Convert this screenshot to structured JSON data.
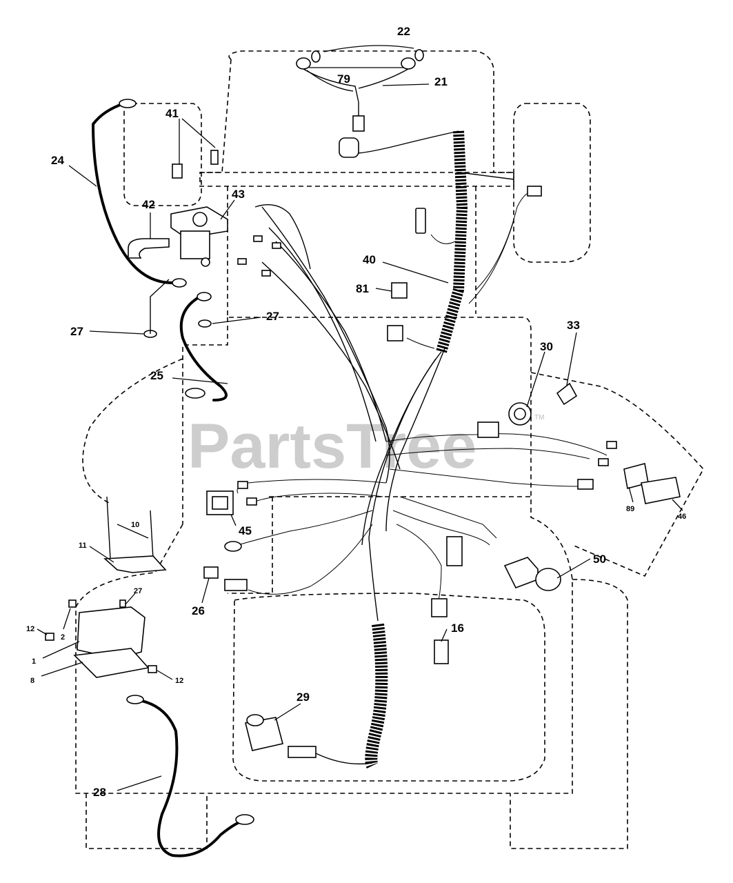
{
  "watermark": {
    "text": "PartsTree",
    "tm": "TM"
  },
  "callouts": {
    "c22": "22",
    "c79": "79",
    "c21": "21",
    "c41": "41",
    "c24": "24",
    "c42": "42",
    "c43": "43",
    "c40": "40",
    "c81": "81",
    "c27a": "27",
    "c27b": "27",
    "c33": "33",
    "c30": "30",
    "c25": "25",
    "c10": "10",
    "c11": "11",
    "c45": "45",
    "c89": "89",
    "c46": "46",
    "c50": "50",
    "c26": "26",
    "c27c": "27",
    "c12a": "12",
    "c2": "2",
    "c1": "1",
    "c8": "8",
    "c12b": "12",
    "c16": "16",
    "c29": "29",
    "c28": "28"
  }
}
